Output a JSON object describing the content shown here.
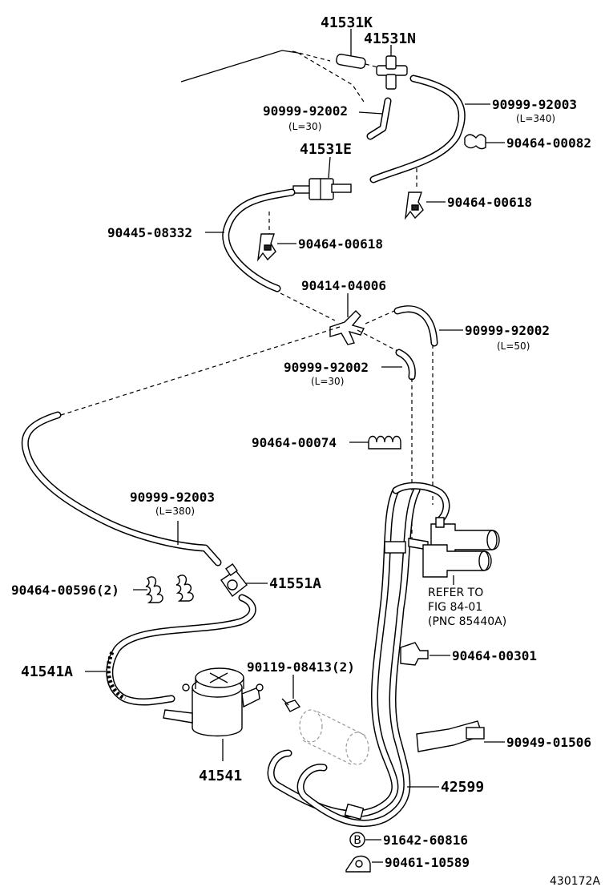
{
  "labels": {
    "p41531K": "41531K",
    "p41531N": "41531N",
    "p90999_92002_a": "90999-92002",
    "len_a": "(L=30)",
    "p90999_92003_a": "90999-92003",
    "len_b": "(L=340)",
    "p90464_00082": "90464-00082",
    "p41531E": "41531E",
    "p90464_00618_a": "90464-00618",
    "p90445_08332": "90445-08332",
    "p90464_00618_b": "90464-00618",
    "p90414_04006": "90414-04006",
    "p90999_92002_b": "90999-92002",
    "len_c": "(L=50)",
    "p90999_92002_c": "90999-92002",
    "len_d": "(L=30)",
    "p90464_00074": "90464-00074",
    "p90999_92003_b": "90999-92003",
    "len_e": "(L=380)",
    "p90464_00596": "90464-00596(2)",
    "p41551A": "41551A",
    "refer_1": "REFER TO",
    "refer_2": "FIG 84-01",
    "refer_3": "(PNC 85440A)",
    "p41541A": "41541A",
    "p90119_08413": "90119-08413(2)",
    "p90464_00301": "90464-00301",
    "p90949_01506": "90949-01506",
    "p41541": "41541",
    "p42599": "42599",
    "circle_b": "B",
    "p91642_60816": "91642-60816",
    "p90461_10589": "90461-10589",
    "diagram_id": "430172A"
  }
}
